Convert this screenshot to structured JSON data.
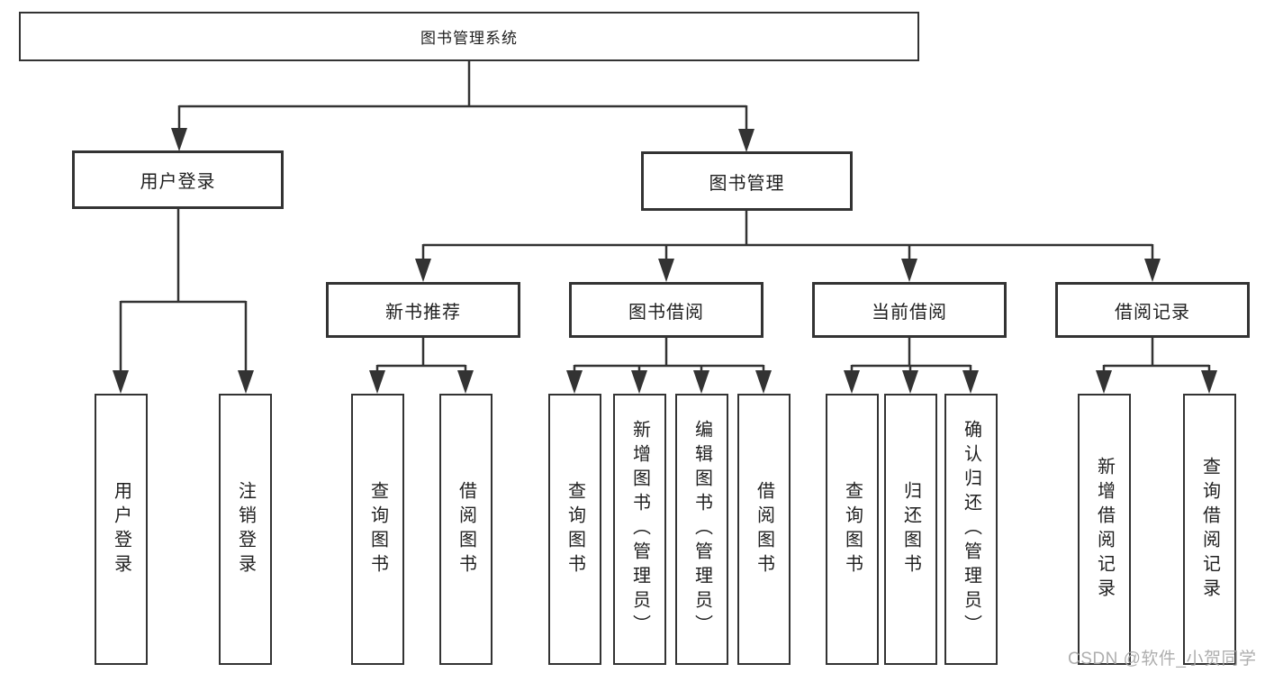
{
  "diagram": {
    "root": "图书管理系统",
    "level2": [
      "用户登录",
      "图书管理"
    ],
    "level3": [
      "新书推荐",
      "图书借阅",
      "当前借阅",
      "借阅记录"
    ],
    "leaves": {
      "user": [
        "用户登录",
        "注销登录"
      ],
      "newbook": [
        "查询图书",
        "借阅图书"
      ],
      "borrow": [
        "查询图书",
        "新增图书（管理员）",
        "编辑图书（管理员）",
        "借阅图书"
      ],
      "current": [
        "查询图书",
        "归还图书",
        "确认归还（管理员）"
      ],
      "record": [
        "新增借阅记录",
        "查询借阅记录"
      ]
    }
  },
  "watermark": "CSDN @软件_小贺同学",
  "colors": {
    "line": "#333333",
    "border": "#333333",
    "box_fill": "#ffffff",
    "text": "#1f1f1f",
    "watermark": "#a6a6a6",
    "background": "#ffffff"
  }
}
